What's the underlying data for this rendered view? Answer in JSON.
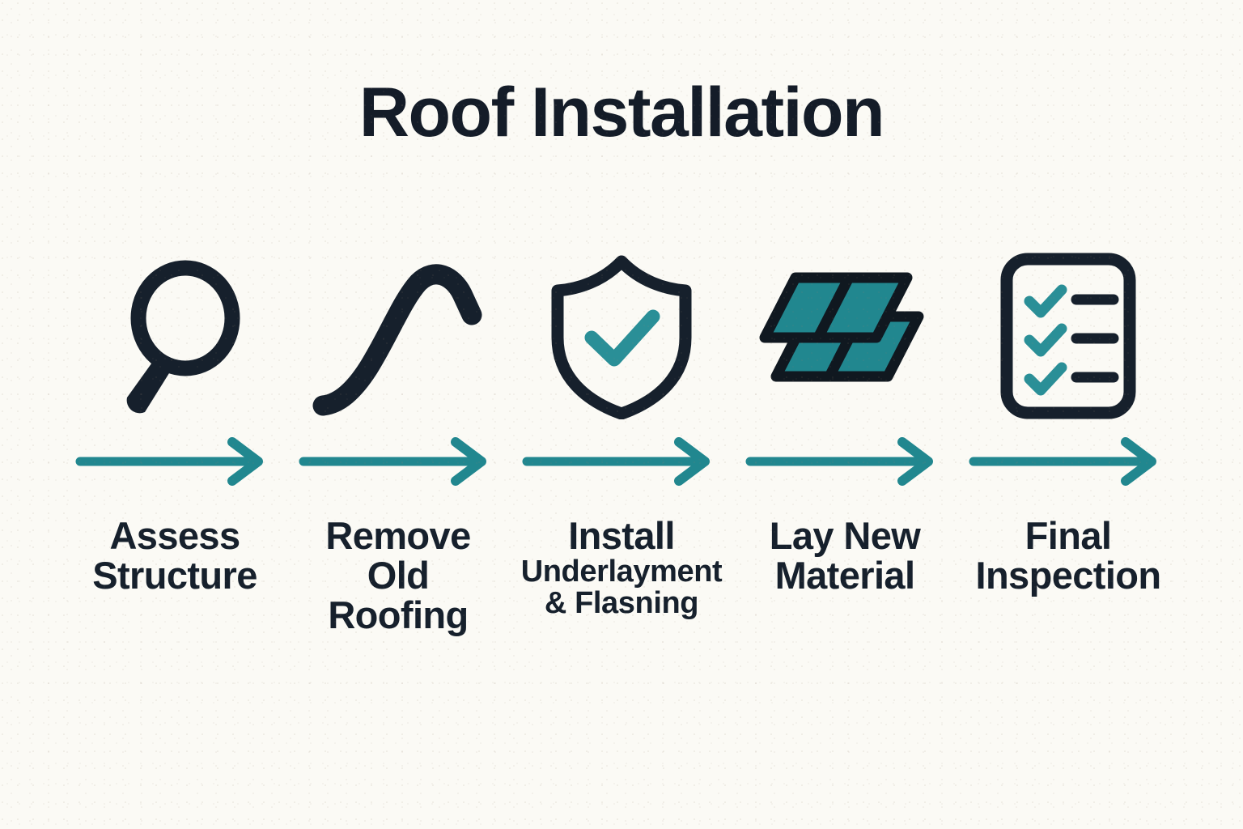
{
  "header": {
    "title": "Roof Installation"
  },
  "colors": {
    "background": "#fbfaf5",
    "ink": "#16202c",
    "teal": "#21878f",
    "teal_dark": "#1c7a82"
  },
  "process": {
    "steps": [
      {
        "icon": "magnifying-glass-icon",
        "line1": "Assess",
        "line2": "Structure",
        "line3": "",
        "arrow": "arrow-right-icon"
      },
      {
        "icon": "crowbar-icon",
        "line1": "Remove",
        "line2": "Old",
        "line3": "Roofing",
        "arrow": "arrow-right-icon"
      },
      {
        "icon": "shield-check-icon",
        "line1": "Install",
        "line2": "Underlayment",
        "line3": "& Flasning",
        "arrow": "arrow-right-icon"
      },
      {
        "icon": "shingle-layers-icon",
        "line1": "Lay New",
        "line2": "Material",
        "line3": "",
        "arrow": "arrow-right-icon"
      },
      {
        "icon": "checklist-document-icon",
        "line1": "Final",
        "line2": "Inspection",
        "line3": "",
        "arrow": "arrow-right-icon"
      }
    ]
  }
}
